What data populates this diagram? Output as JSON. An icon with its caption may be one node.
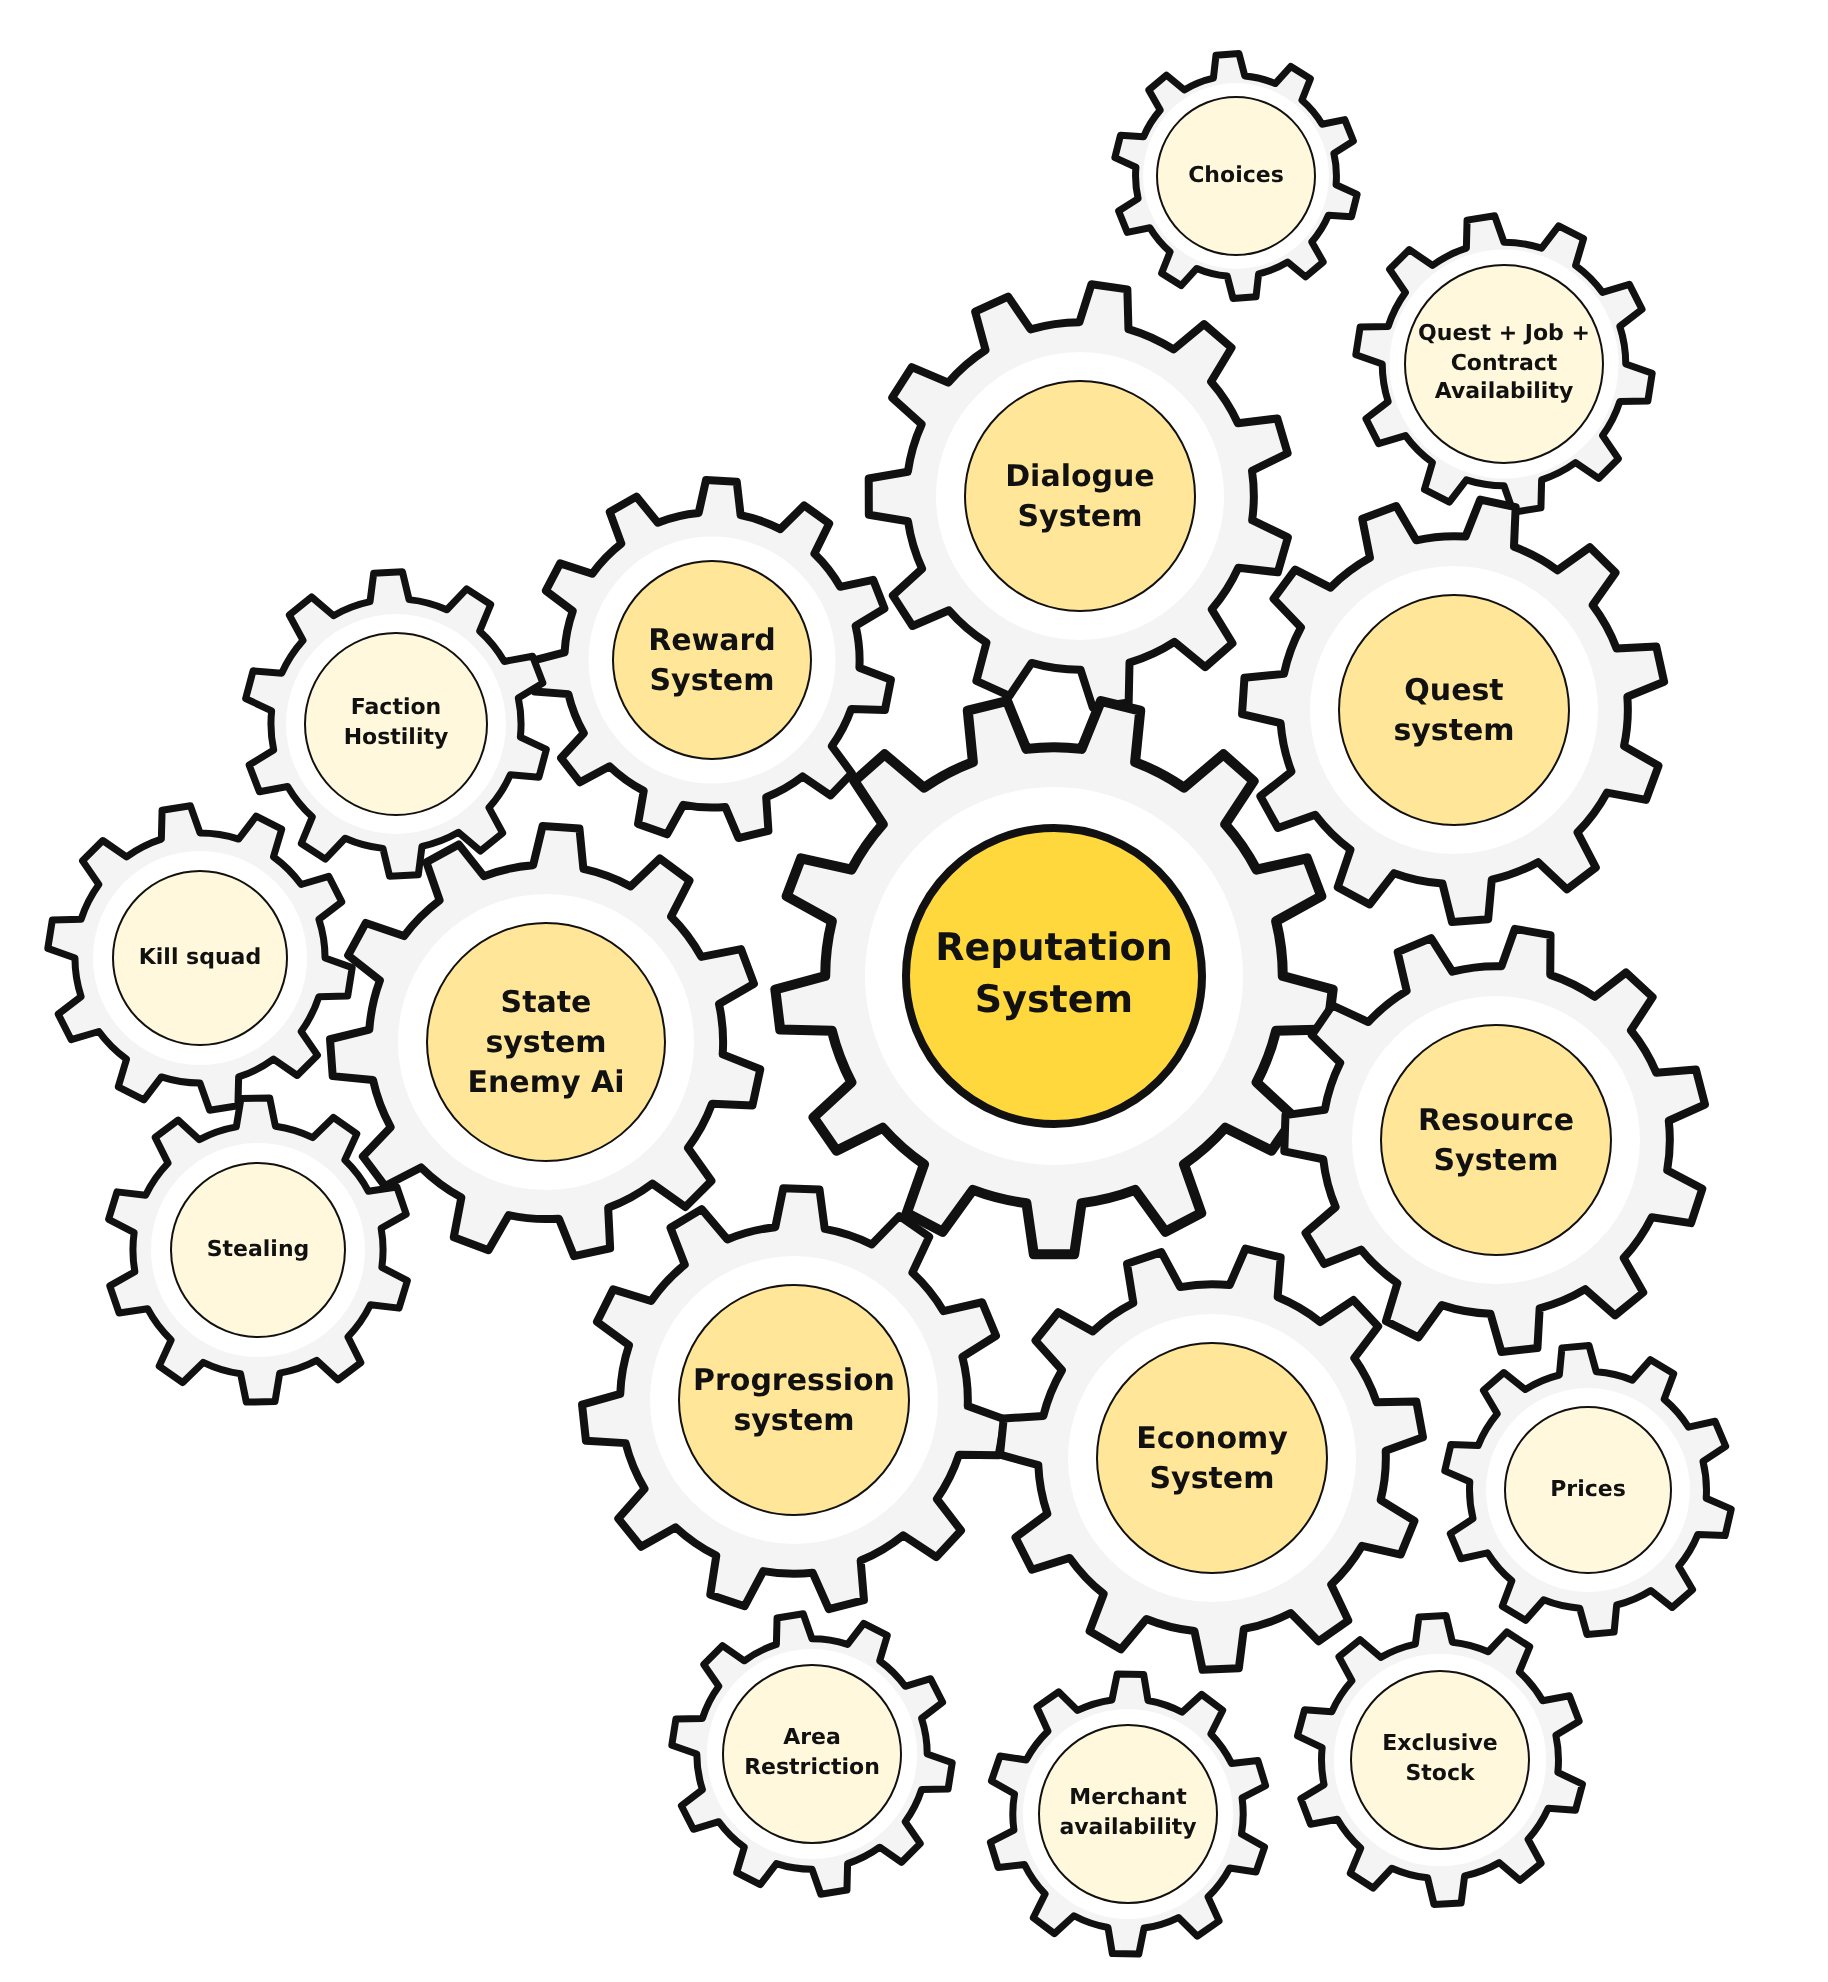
{
  "diagram": {
    "nodes": [
      {
        "text": [
          "Choices"
        ]
      },
      {
        "text": [
          "Quest + Job + Contract Availability"
        ]
      },
      {
        "text": [
          "Dialogue System"
        ]
      },
      {
        "text": [
          "Reward System"
        ]
      },
      {
        "text": [
          "Quest system"
        ]
      },
      {
        "text": [
          "Faction Hostility"
        ]
      },
      {
        "text": [
          "Kill squad"
        ]
      },
      {
        "text": [
          "Reputation System"
        ]
      },
      {
        "text": [
          "State system Enemy Ai"
        ]
      },
      {
        "text": [
          "Resource System"
        ]
      },
      {
        "text": [
          "Stealing"
        ]
      },
      {
        "text": [
          "Progression system"
        ]
      },
      {
        "text": [
          "Economy System"
        ]
      },
      {
        "text": [
          "Prices"
        ]
      },
      {
        "text": [
          "Area Restriction"
        ]
      },
      {
        "text": [
          "Exclusive Stock"
        ]
      },
      {
        "text": [
          "Merchant availability"
        ]
      }
    ]
  }
}
